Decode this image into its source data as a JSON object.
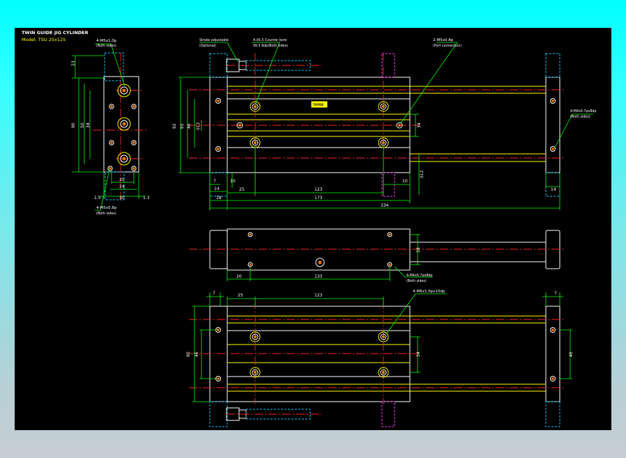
{
  "title": {
    "line1": "TWIN GUIDE JIG CYLINDER",
    "line2": "Model: TSU 25x125"
  },
  "badge": "TOYOX",
  "colors": {
    "page_top": "#00ffff",
    "page_bottom": "#c7cdd6",
    "sheet": "#000000",
    "outline": "#ffffff",
    "guide": "#ffff00",
    "dimension": "#00ff00",
    "hidden_cyan": "#00ccff",
    "hidden_magenta": "#ff33ff",
    "centerline": "#ff2222",
    "hole": "#ff7a00"
  },
  "side_view": {
    "note_top": "4-M5x1.0p",
    "note_top_sub": "(Both sides)",
    "note_bottom": "4-M5x0.8p",
    "note_bottom_sub": "(Both sides)",
    "dims": {
      "d23": "23",
      "d90": "90",
      "d50": "50",
      "d34": "34",
      "d20": "20",
      "d24": "24",
      "d30": "30",
      "d15": "1.5",
      "d13": "1.3"
    }
  },
  "top_view": {
    "note_adjust": "Stroke adjustable",
    "note_adjust_sub": "(Optional)",
    "note_counterbore": "4-ö5.5 Counter bore",
    "note_counterbore_sub": "ö9.5 6dp(Both sides)",
    "note_port": "2-M5x0.8p",
    "note_port_sub": "(Port connection)",
    "note_rod": "4-M4x0.7px8dp",
    "note_rod_sub": "(Both sides)",
    "dims": {
      "d92": "92",
      "d65": "65",
      "d46": "46",
      "d12": "ö12",
      "d34": "34",
      "d12b": "ö12",
      "d7": "7",
      "d14": "14",
      "d18": "18",
      "d10": "10",
      "d25": "25",
      "d123": "123",
      "d10b": "10",
      "d173": "173",
      "d334": "334",
      "d14b": "14"
    }
  },
  "middle_view": {
    "note": "4-M4x0.7px8dp",
    "note_sub": "(Both sides)",
    "dims": {
      "d28": "28",
      "d20": "20",
      "d133": "133"
    }
  },
  "bottom_view": {
    "note": "4-M6x1.0px10dp",
    "dims": {
      "d7a": "7",
      "d25": "25",
      "d123": "123",
      "d7b": "7",
      "d90": "90",
      "d46": "46",
      "d34": "34",
      "d46b": "46"
    }
  }
}
